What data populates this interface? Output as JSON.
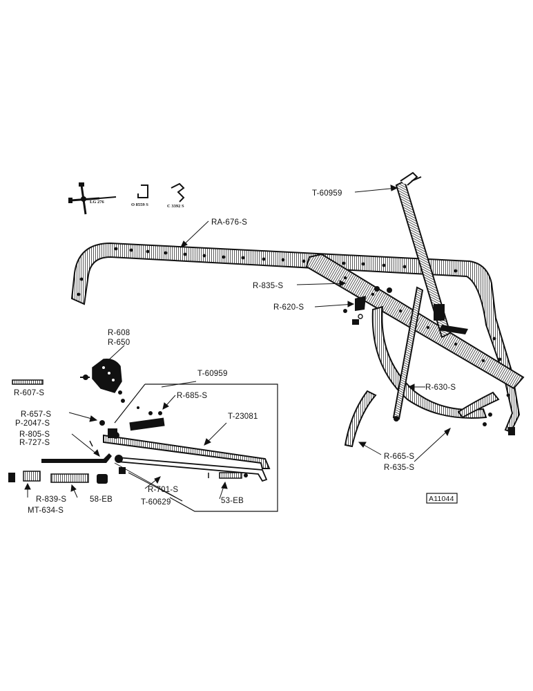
{
  "labels": {
    "t60959_top": "T-60959",
    "ra676s": "RA-676-S",
    "r835s": "R-835-S",
    "r620s": "R-620-S",
    "r608": "R-608",
    "r650": "R-650",
    "t60959_box": "T-60959",
    "r607s": "R-607-S",
    "r685s": "R-685-S",
    "t23081": "T-23081",
    "r630s": "R-630-S",
    "r657s": "R-657-S",
    "p2047s": "P-2047-S",
    "r805s": "R-805-S",
    "r727s": "R-727-S",
    "r701s": "R-701-S",
    "t60629": "T-60629",
    "r839s": "R-839-S",
    "mt634s": "MT-634-S",
    "eb58": "58-EB",
    "eb53": "53-EB",
    "r665s": "R-665-S",
    "r635s": "R-635-S",
    "lg276": "LG 276",
    "o8559s": "O 8559 S",
    "c3392s": "C 3392 S",
    "figure_id": "A11044"
  }
}
